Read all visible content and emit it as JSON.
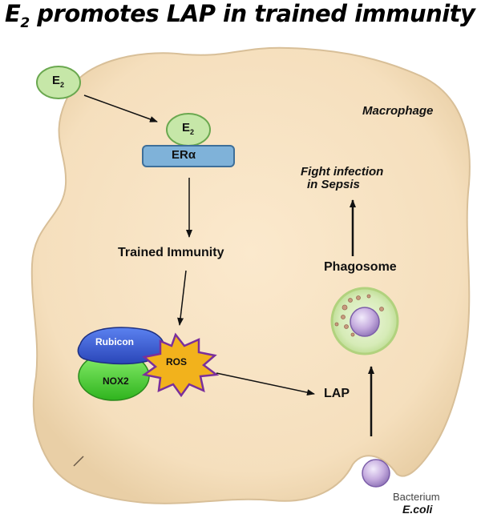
{
  "title": {
    "main": "E",
    "subscript": "2",
    "rest": " promotes LAP in trained immunity"
  },
  "cell_label": "Macrophage",
  "e2_free": {
    "letter": "E",
    "sub": "2"
  },
  "e2_bound": {
    "letter": "E",
    "sub": "2"
  },
  "receptor": "ERα",
  "trained_immunity": "Trained Immunity",
  "rubicon": "Rubicon",
  "nox2": "NOX2",
  "ros": "ROS",
  "lap": "LAP",
  "phagosome": "Phagosome",
  "fight_infection_line1": "Fight infection",
  "fight_infection_line2": "in Sepsis",
  "bacterium": "Bacterium",
  "ecoli": "E.coli",
  "colors": {
    "cell_fill": "#f7e3c3",
    "e2_fill": "#c6e7a8",
    "e2_stroke": "#6aa84f",
    "receptor_fill": "#7fb2d9",
    "rubicon_fill": "#3b5fd6",
    "nox2_fill": "#4fd43a",
    "ros_fill": "#f2b21c",
    "ros_stroke": "#7a2f9c",
    "phagosome_fill": "#d4eab4",
    "vesicle_fill": "#c9b3e6"
  }
}
